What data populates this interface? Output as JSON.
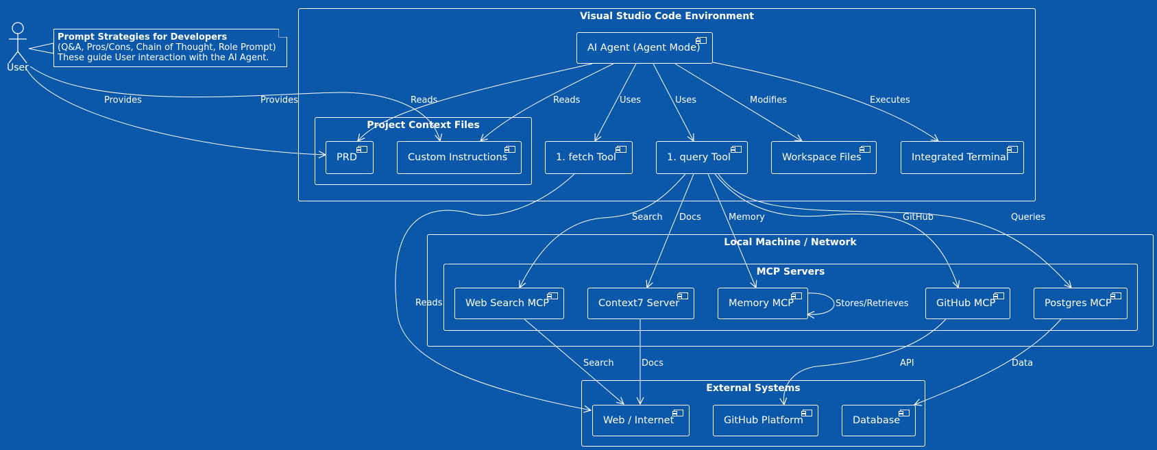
{
  "actor": {
    "label": "User"
  },
  "note": {
    "title": "Prompt Strategies for Developers",
    "line1": "(Q&A, Pros/Cons, Chain of Thought, Role Prompt)",
    "line2": "These guide User interaction with the AI Agent."
  },
  "packages": {
    "vscode": "Visual Studio Code Environment",
    "context_files": "Project Context Files",
    "local": "Local Machine / Network",
    "mcp": "MCP Servers",
    "external": "External Systems"
  },
  "components": {
    "agent": "AI Agent (Agent Mode)",
    "prd": "PRD",
    "custom": "Custom Instructions",
    "fetch": "1. fetch Tool",
    "query": "1. query Tool",
    "workspace": "Workspace Files",
    "terminal": "Integrated Terminal",
    "websearch": "Web Search MCP",
    "context7": "Context7 Server",
    "memory": "Memory MCP",
    "github_mcp": "GitHub MCP",
    "postgres": "Postgres MCP",
    "web": "Web / Internet",
    "github_platform": "GitHub Platform",
    "database": "Database"
  },
  "edges": {
    "user_prd": "Provides",
    "user_custom": "Provides",
    "agent_prd": "Reads",
    "agent_custom": "Reads",
    "agent_fetch": "Uses",
    "agent_query": "Uses",
    "agent_workspace": "Modifies",
    "agent_terminal": "Executes",
    "fetch_web": "Reads",
    "query_websearch": "Search",
    "query_context7": "Docs",
    "query_memory": "Memory",
    "query_github": "GitHub",
    "query_postgres": "Queries",
    "memory_self": "Stores/Retrieves",
    "websearch_web": "Search",
    "context7_web": "Docs",
    "github_platform": "API",
    "postgres_db": "Data"
  }
}
